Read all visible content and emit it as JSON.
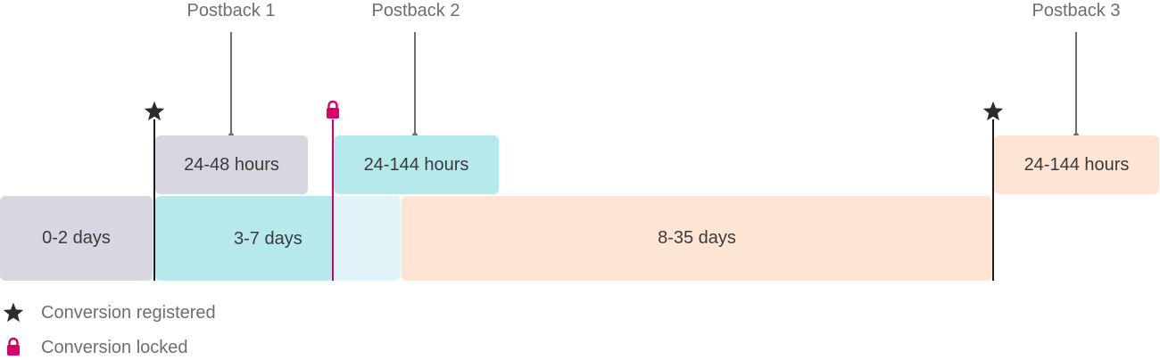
{
  "diagram": {
    "postbacks": [
      {
        "label": "Postback 1",
        "window": "24-48 hours"
      },
      {
        "label": "Postback 2",
        "window": "24-144 hours"
      },
      {
        "label": "Postback 3",
        "window": "24-144 hours"
      }
    ],
    "periods": [
      "0-2 days",
      "3-7 days",
      "8-35 days"
    ],
    "legend": [
      {
        "icon": "star-icon",
        "label": "Conversion registered"
      },
      {
        "icon": "lock-icon",
        "label": "Conversion locked"
      }
    ],
    "colors": {
      "gray": "#d6d7e1",
      "cyan": "#b6e9ec",
      "cyan_light": "#e1f5f8",
      "peach": "#fee4d3",
      "registered": "#1c1c1e",
      "locked": "#d6006b"
    }
  }
}
